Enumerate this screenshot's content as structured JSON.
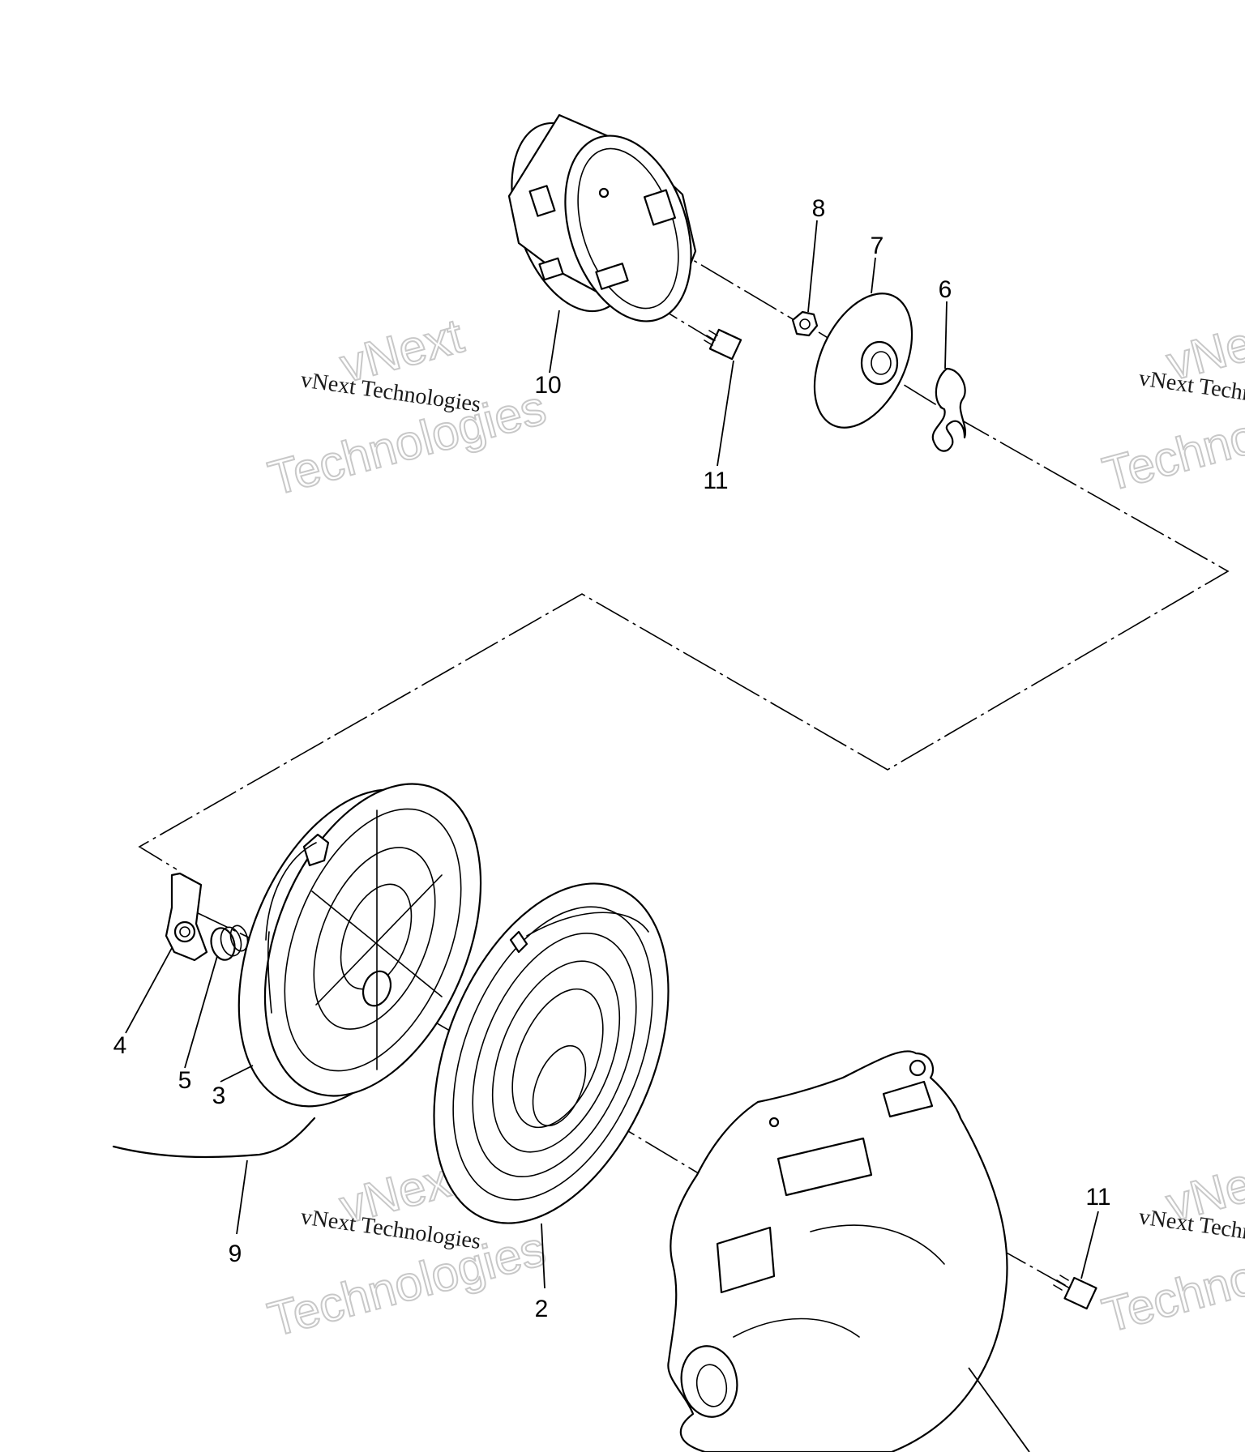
{
  "callouts": {
    "c1": "8",
    "c2": "7",
    "c3": "6",
    "c4": "10",
    "c5": "11",
    "c6": "4",
    "c7": "5",
    "c8": "3",
    "c9": "9",
    "c10": "2",
    "c11": "11"
  },
  "watermark": {
    "line": "vNext Technologies",
    "big_top": "vNext",
    "big_bottom": "Technologies"
  }
}
